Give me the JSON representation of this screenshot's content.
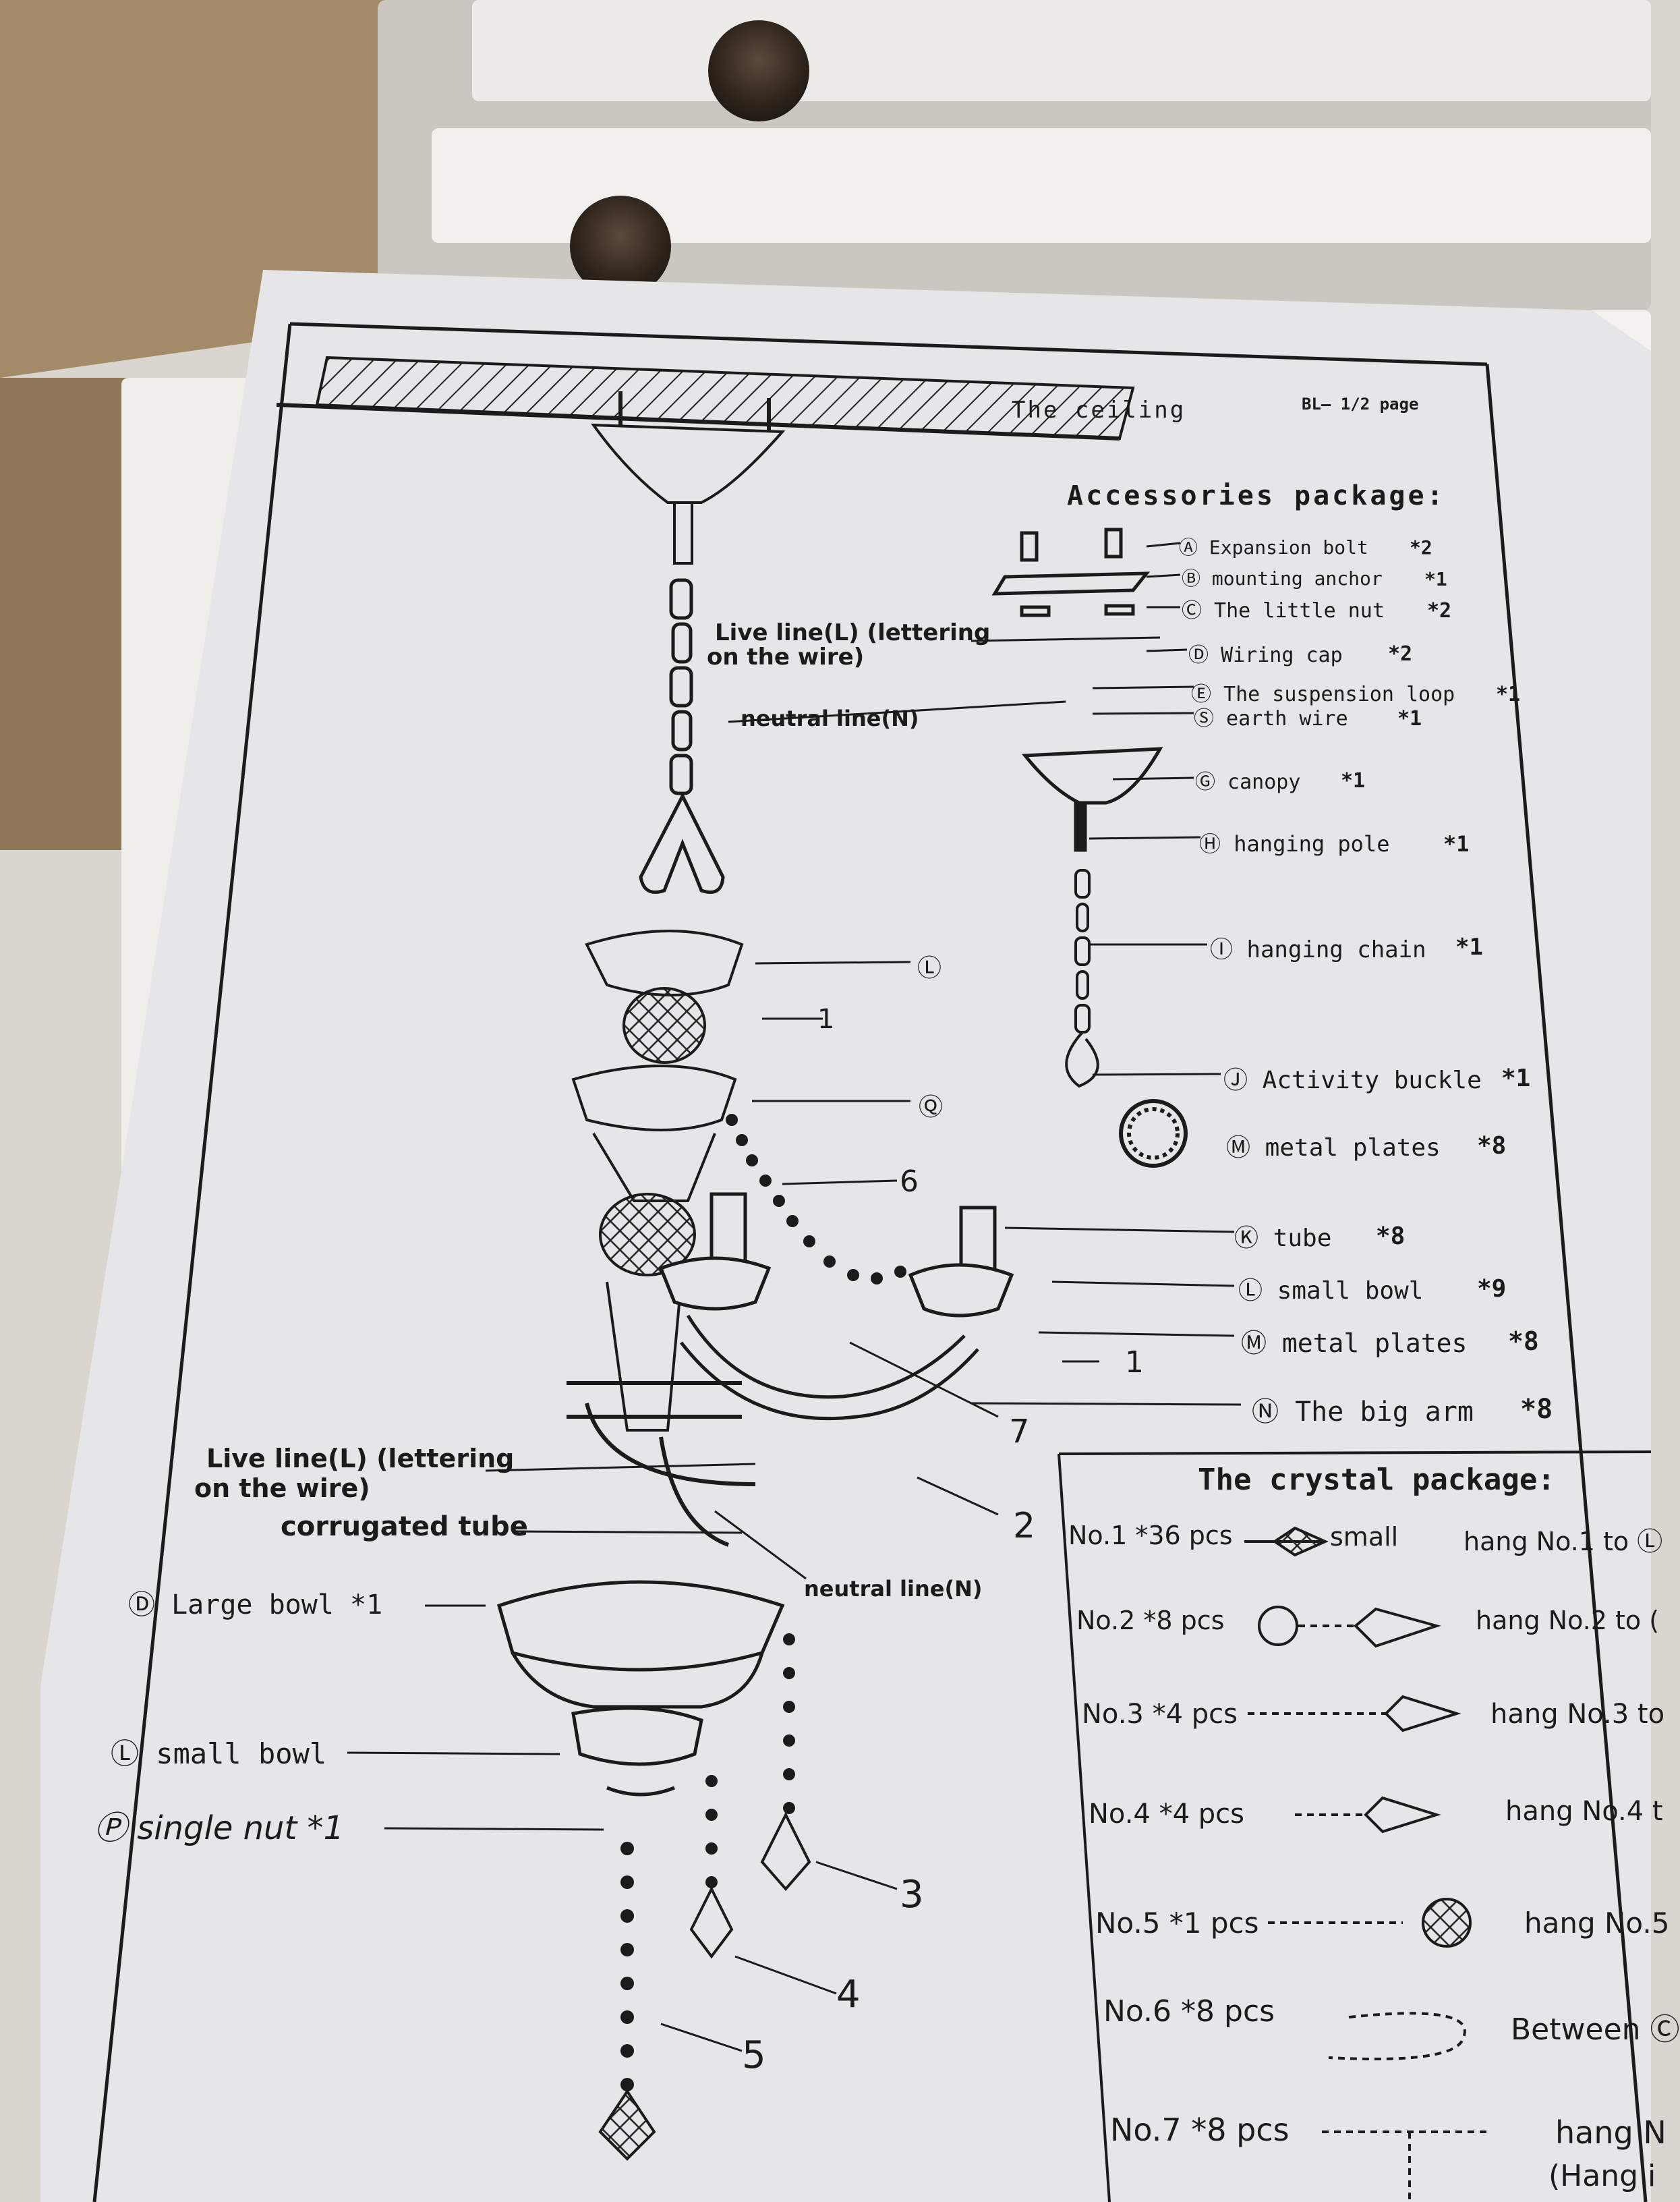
{
  "header": {
    "ceiling_label": "The ceiling",
    "page_label": "BL— 1/2 page"
  },
  "accessories": {
    "title": "Accessories package:",
    "items": [
      {
        "text": "Ⓐ Expansion bolt",
        "qty": "*2"
      },
      {
        "text": "Ⓑ mounting anchor",
        "qty": "*1"
      },
      {
        "text": "Ⓒ The little nut",
        "qty": "*2"
      },
      {
        "text": "Ⓓ Wiring cap",
        "qty": "*2"
      },
      {
        "text": "Ⓔ The suspension loop",
        "qty": "*1"
      },
      {
        "text": "Ⓢ earth wire",
        "qty": "*1"
      },
      {
        "text": "Ⓖ canopy",
        "qty": "*1"
      },
      {
        "text": "Ⓗ hanging pole",
        "qty": "*1"
      },
      {
        "text": "Ⓘ hanging chain",
        "qty": "*1"
      },
      {
        "text": "Ⓙ Activity buckle",
        "qty": "*1"
      },
      {
        "text": "Ⓜ metal plates",
        "qty": "*8"
      },
      {
        "text": "Ⓚ tube",
        "qty": "*8"
      },
      {
        "text": "Ⓛ small bowl",
        "qty": "*9"
      },
      {
        "text": "Ⓜ metal plates",
        "qty": "*8"
      },
      {
        "text": "Ⓝ The big arm",
        "qty": "*8"
      }
    ]
  },
  "left_labels": {
    "live_top": "Live line(L) (lettering",
    "live_top2": "on the wire)",
    "neutral_top": "neutral line(N)",
    "live_bottom": "Live line(L) (lettering",
    "live_bottom2": "on the wire)",
    "corrugated": "corrugated tube",
    "neutral_bottom": "neutral line(N)",
    "large_bowl": "Ⓓ Large bowl  *1",
    "small_bowl": "Ⓛ small  bowl",
    "single_nut": "Ⓟ single nut  *1"
  },
  "callouts": {
    "c_L": "Ⓛ",
    "c_Q": "Ⓠ",
    "n1": "1",
    "n6": "6",
    "n1b": "1",
    "n7": "7",
    "n2": "2",
    "n3": "3",
    "n4": "4",
    "n5": "5"
  },
  "crystal": {
    "title": "The crystal package:",
    "rows": [
      {
        "no": "No.1  *36 pcs",
        "extra": "small",
        "desc": "hang No.1 to Ⓛ"
      },
      {
        "no": "No.2  *8 pcs",
        "extra": "",
        "desc": "hang No.2 to ("
      },
      {
        "no": "No.3  *4 pcs",
        "extra": "",
        "desc": "hang No.3 to"
      },
      {
        "no": "No.4  *4 pcs",
        "extra": "",
        "desc": "hang No.4 t"
      },
      {
        "no": "No.5  *1 pcs",
        "extra": "",
        "desc": "hang No.5"
      },
      {
        "no": "No.6  *8 pcs",
        "extra": "",
        "desc": "Between Ⓒ"
      },
      {
        "no": "No.7  *8 pcs",
        "extra": "",
        "desc": "hang N"
      }
    ],
    "tail": "(Hang i"
  },
  "colors": {
    "paper": "#e6e5e8",
    "ink": "#1b1b1b",
    "cardboard": "#a38a68",
    "foam": "#ecebe7"
  }
}
